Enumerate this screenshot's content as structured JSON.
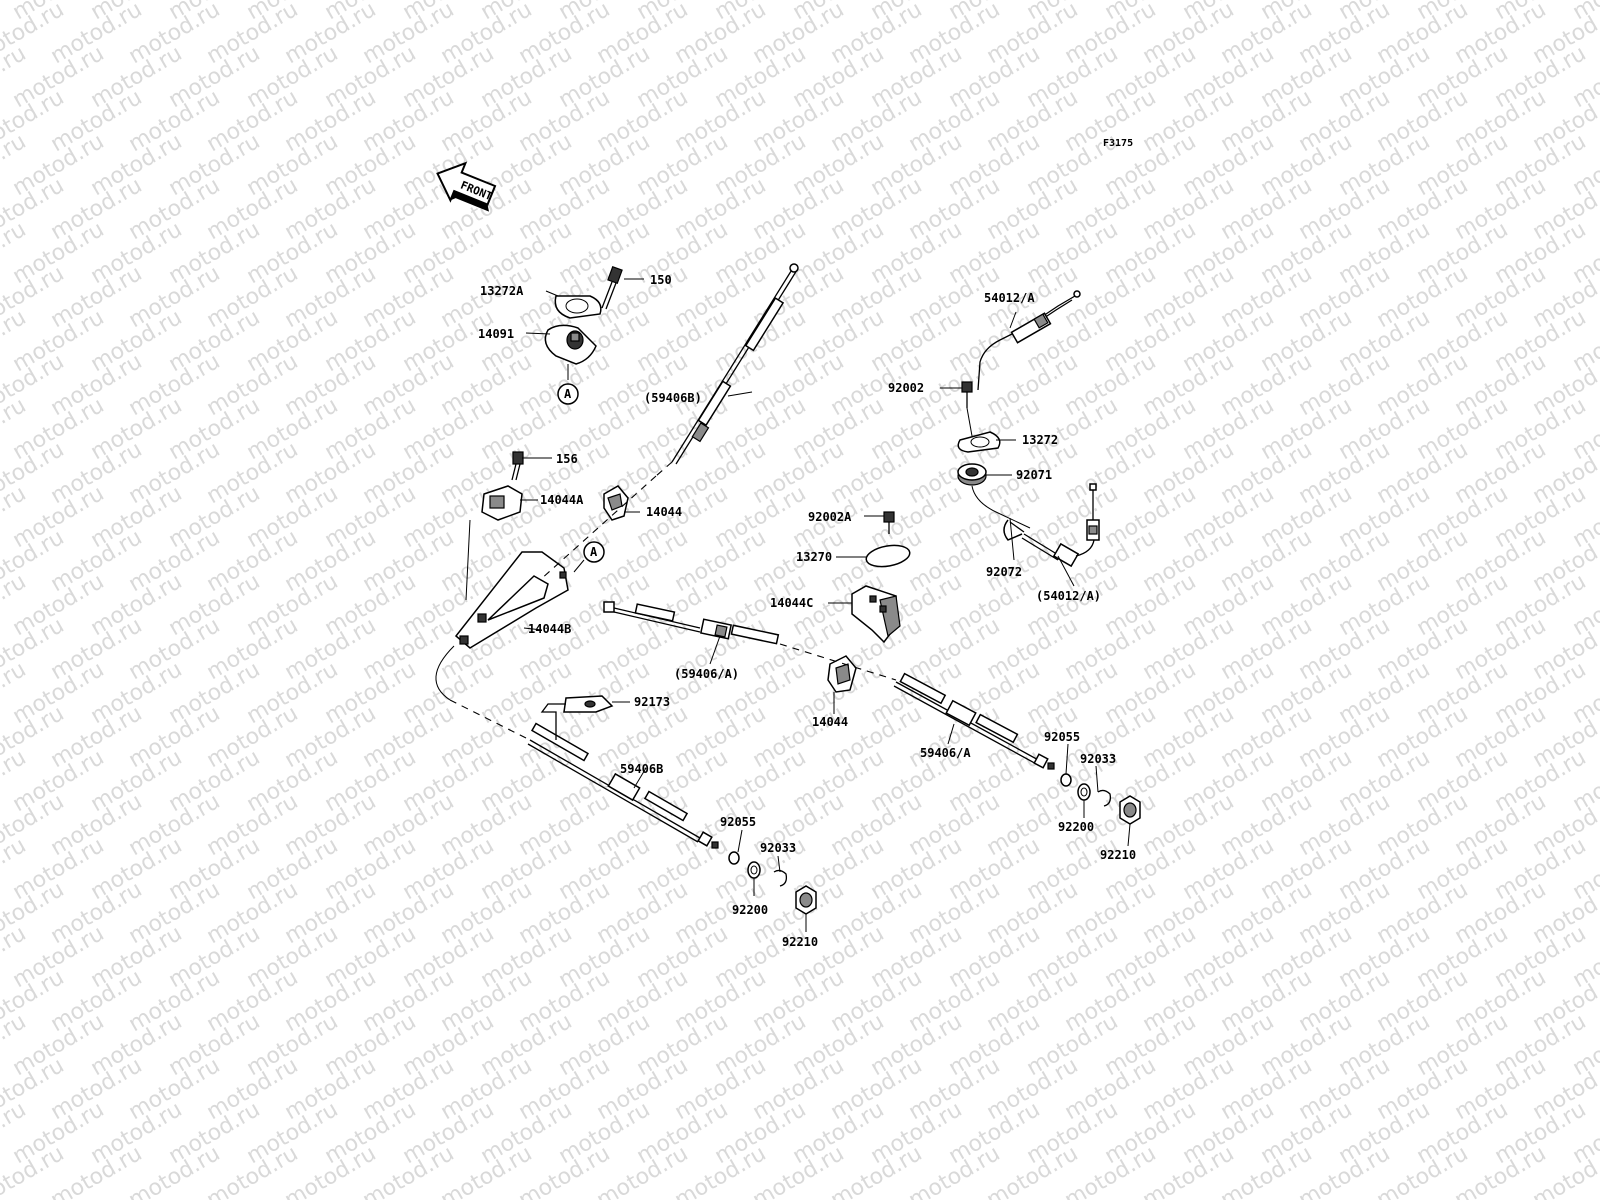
{
  "figure_code": "F3175",
  "watermark": "motod.ru",
  "front_arrow_text": "FRONT",
  "callout_letter": "A",
  "labels": {
    "p13272A": "13272A",
    "p150": "150",
    "p14091": "14091",
    "p59406B_paren": "(59406B)",
    "p156": "156",
    "p14044A": "14044A",
    "p14044_upper": "14044",
    "p14044B": "14044B",
    "p54012A": "54012/A",
    "p92002": "92002",
    "p13272": "13272",
    "p92071": "92071",
    "p92002A": "92002A",
    "p13270": "13270",
    "p14044C": "14044C",
    "p92072": "92072",
    "p54012A_paren": "(54012/A)",
    "p59406A_paren": "(59406/A)",
    "p14044_lower": "14044",
    "p92173": "92173",
    "p59406B": "59406B",
    "p59406A": "59406/A",
    "p92055_right": "92055",
    "p92033_right": "92033",
    "p92200_right": "92200",
    "p92210_right": "92210",
    "p92055_left": "92055",
    "p92033_left": "92033",
    "p92200_left": "92200",
    "p92210_left": "92210"
  }
}
